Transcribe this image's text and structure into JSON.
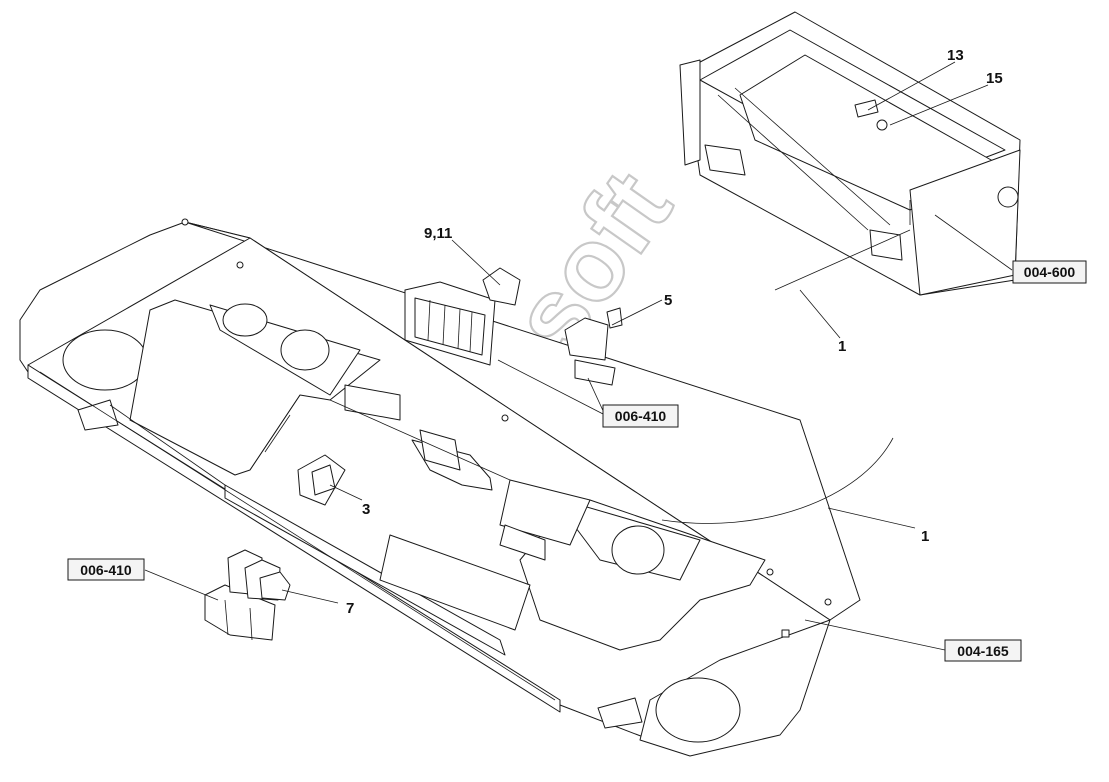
{
  "watermark": "Autosoft",
  "callouts": [
    {
      "id": "13",
      "text": "13"
    },
    {
      "id": "15",
      "text": "15"
    },
    {
      "id": "9-11",
      "text": "9,11"
    },
    {
      "id": "5",
      "text": "5"
    },
    {
      "id": "1-upper",
      "text": "1"
    },
    {
      "id": "1-lower",
      "text": "1"
    },
    {
      "id": "3",
      "text": "3"
    },
    {
      "id": "7",
      "text": "7"
    }
  ],
  "reference_boxes": [
    {
      "id": "004-600",
      "text": "004-600"
    },
    {
      "id": "006-410-center",
      "text": "006-410"
    },
    {
      "id": "006-410-left",
      "text": "006-410"
    },
    {
      "id": "004-165",
      "text": "004-165"
    }
  ]
}
